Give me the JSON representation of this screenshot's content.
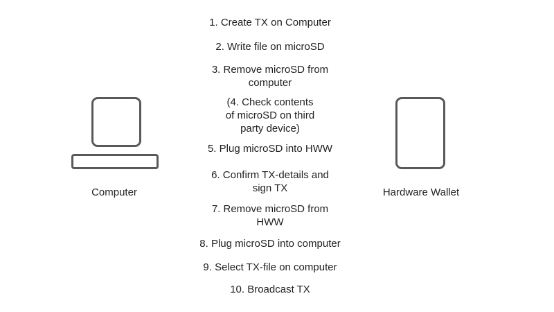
{
  "devices": {
    "computer": {
      "label": "Computer",
      "icon": "laptop-icon"
    },
    "hardware_wallet": {
      "label": "Hardware Wallet",
      "icon": "hardware-wallet-icon"
    }
  },
  "steps": [
    "1. Create TX on Computer",
    "2. Write file on microSD",
    "3. Remove microSD from computer",
    "(4. Check contents of microSD on third party device)",
    "5. Plug microSD into HWW",
    "6. Confirm TX-details and sign TX",
    "7. Remove microSD from HWW",
    "8. Plug microSD into computer",
    "9. Select TX-file on computer",
    "10. Broadcast TX"
  ],
  "colors": {
    "outline": "#595959",
    "text": "#1f1f1f",
    "background": "#ffffff"
  }
}
